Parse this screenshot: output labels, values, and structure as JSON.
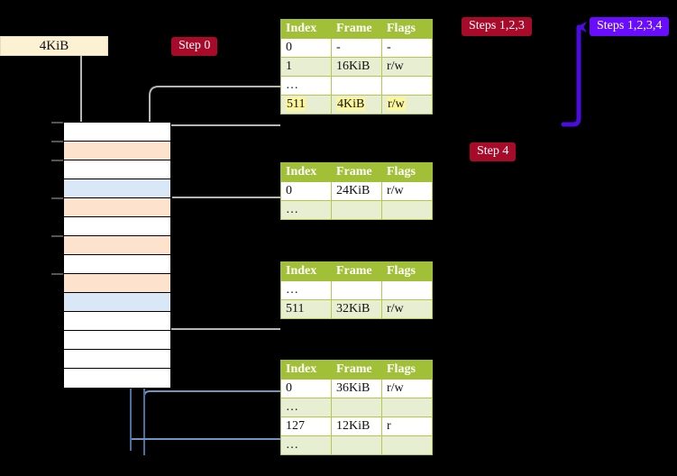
{
  "diagram": {
    "title": "multi-level page table walk",
    "background_color": "#000000"
  },
  "size_label": {
    "text": "4KiB"
  },
  "badges": [
    {
      "name": "step-0",
      "text": "Step 0",
      "color": "#a80a2a"
    },
    {
      "name": "steps-123",
      "text": "Steps 1,2,3",
      "color": "#a80a2a"
    },
    {
      "name": "steps-1234",
      "text": "Steps 1,2,3,4",
      "color": "#6a0dff"
    },
    {
      "name": "step-4",
      "text": "Step 4",
      "color": "#a80a2a"
    }
  ],
  "memory": {
    "rows": [
      {
        "fill": "white"
      },
      {
        "fill": "peach"
      },
      {
        "fill": "white"
      },
      {
        "fill": "blue"
      },
      {
        "fill": "peach"
      },
      {
        "fill": "white"
      },
      {
        "fill": "peach"
      },
      {
        "fill": "white"
      },
      {
        "fill": "peach"
      },
      {
        "fill": "blue"
      },
      {
        "fill": "white"
      },
      {
        "fill": "white"
      },
      {
        "fill": "white"
      },
      {
        "fill": "white"
      }
    ],
    "colors": {
      "white": "#ffffff",
      "peach": "#fde3cd",
      "blue": "#d9e7f7"
    }
  },
  "tables": [
    {
      "name": "page-table-level-1",
      "headers": [
        "Index",
        "Frame",
        "Flags"
      ],
      "rows": [
        {
          "cells": [
            "0",
            "-",
            "-"
          ],
          "shade": "plain",
          "highlight": false
        },
        {
          "cells": [
            "1",
            "16KiB",
            "r/w"
          ],
          "shade": "alt",
          "highlight": false
        },
        {
          "cells": [
            "…",
            "",
            ""
          ],
          "shade": "plain",
          "highlight": false
        },
        {
          "cells": [
            "511",
            "4KiB",
            "r/w"
          ],
          "shade": "alt",
          "highlight": true
        }
      ]
    },
    {
      "name": "page-table-level-2",
      "headers": [
        "Index",
        "Frame",
        "Flags"
      ],
      "rows": [
        {
          "cells": [
            "0",
            "24KiB",
            "r/w"
          ],
          "shade": "plain",
          "highlight": false
        },
        {
          "cells": [
            "…",
            "",
            ""
          ],
          "shade": "alt",
          "highlight": false
        }
      ]
    },
    {
      "name": "page-table-level-3",
      "headers": [
        "Index",
        "Frame",
        "Flags"
      ],
      "rows": [
        {
          "cells": [
            "…",
            "",
            ""
          ],
          "shade": "plain",
          "highlight": false
        },
        {
          "cells": [
            "511",
            "32KiB",
            "r/w"
          ],
          "shade": "alt",
          "highlight": false
        }
      ]
    },
    {
      "name": "page-table-level-4",
      "headers": [
        "Index",
        "Frame",
        "Flags"
      ],
      "rows": [
        {
          "cells": [
            "0",
            "36KiB",
            "r/w"
          ],
          "shade": "plain",
          "highlight": false
        },
        {
          "cells": [
            "…",
            "",
            ""
          ],
          "shade": "alt",
          "highlight": false
        },
        {
          "cells": [
            "127",
            "12KiB",
            "r"
          ],
          "shade": "plain",
          "highlight": false
        },
        {
          "cells": [
            "…",
            "",
            ""
          ],
          "shade": "alt",
          "highlight": false
        }
      ]
    }
  ],
  "wire_colors": {
    "gray": "#b6b6b6",
    "blue": "#6f95c4",
    "purple": "#6a0dff"
  }
}
